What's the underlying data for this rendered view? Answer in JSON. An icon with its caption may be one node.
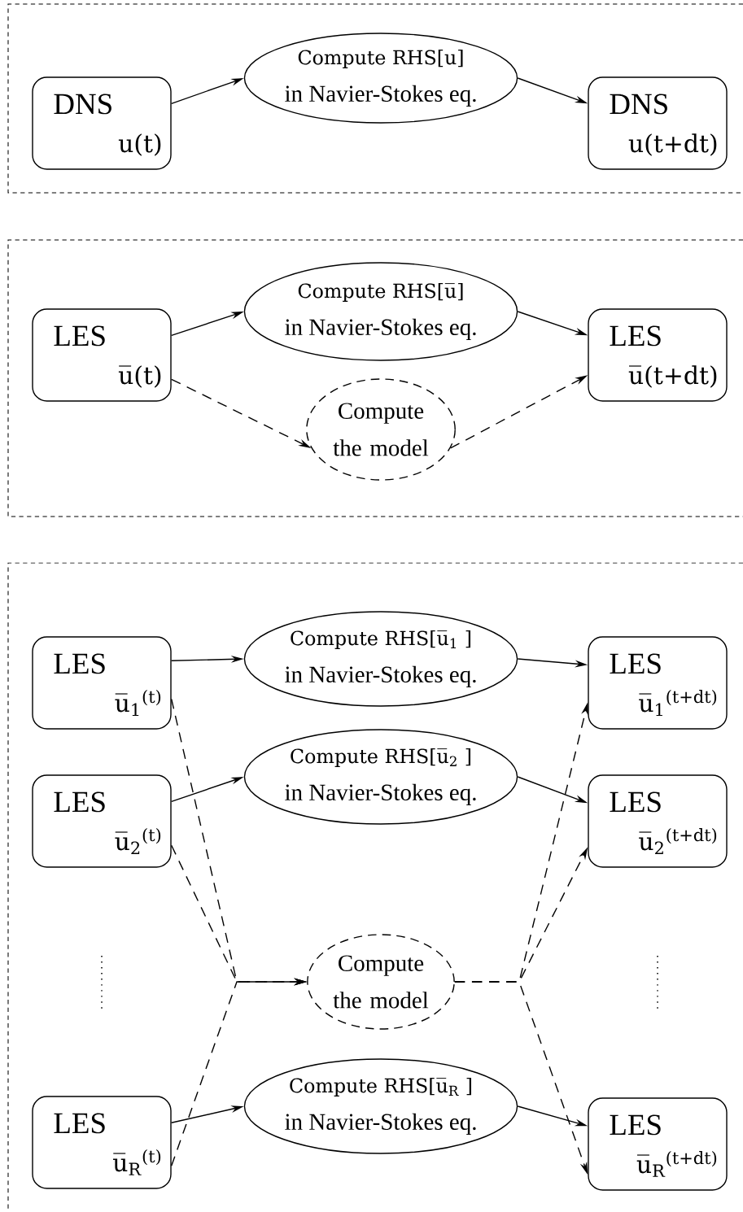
{
  "diagram": {
    "nodes": [
      {
        "text": [
          "DNS",
          "u(t)"
        ]
      },
      {
        "text": [
          "Compute RHS[u]",
          "in Navier-Stokes eq."
        ]
      },
      {
        "text": [
          "DNS",
          "u(t+dt)"
        ]
      },
      {
        "text": [
          "LES",
          "u̅(t)"
        ]
      },
      {
        "text": [
          "Compute RHS[u̅]",
          "in Navier-Stokes eq."
        ]
      },
      {
        "text": [
          "Compute the model"
        ]
      },
      {
        "text": [
          "LES",
          "u̅(t+dt)"
        ]
      },
      {
        "text": [
          "LES",
          "u̅$_{1}$$^{(t)}$"
        ]
      },
      {
        "text": [
          "Compute RHS[u̅$_{1}$ ]",
          "in Navier-Stokes eq."
        ]
      },
      {
        "text": [
          "LES",
          "u̅$_{1}$$^{(t+dt)}$"
        ]
      },
      {
        "text": [
          "LES",
          "u̅$_{2}$$^{(t)}$"
        ]
      },
      {
        "text": [
          "Compute RHS[u̅$_{2}$ ]",
          "in Navier-Stokes eq."
        ]
      },
      {
        "text": [
          "LES",
          "u̅$_{2}$$^{(t+dt)}$"
        ]
      },
      {
        "text": [
          "Compute the model"
        ]
      },
      {
        "text": [
          "LES",
          "u̅$_{R}$$^{(t)}$"
        ]
      },
      {
        "text": [
          "Compute RHS[u̅$_{R}$ ]",
          "in Navier-Stokes eq."
        ]
      },
      {
        "text": [
          "LES",
          "u̅$_{R}$$^{(t+dt)}$"
        ]
      }
    ],
    "edges": [
      {
        "from": 0,
        "to": 1,
        "arrow": "to"
      },
      {
        "from": 1,
        "to": 2,
        "arrow": "to"
      },
      {
        "from": 3,
        "to": 4,
        "arrow": "to"
      },
      {
        "from": 4,
        "to": 6,
        "arrow": "to"
      },
      {
        "from": 3,
        "to": 5,
        "arrow": "to",
        "style": "dashed"
      },
      {
        "from": 5,
        "to": 6,
        "arrow": "to",
        "style": "dashed"
      },
      {
        "from": 7,
        "to": 8,
        "arrow": "to"
      },
      {
        "from": 8,
        "to": 9,
        "arrow": "to"
      },
      {
        "from": 10,
        "to": 11,
        "arrow": "to"
      },
      {
        "from": 11,
        "to": 12,
        "arrow": "to"
      },
      {
        "from": 14,
        "to": 15,
        "arrow": "to"
      },
      {
        "from": 15,
        "to": 16,
        "arrow": "to"
      },
      {
        "from": 7,
        "to": 13,
        "arrow": "to",
        "style": "dashed"
      },
      {
        "from": 10,
        "to": 13,
        "arrow": "to",
        "style": "dashed"
      },
      {
        "from": 14,
        "to": 13,
        "arrow": "to",
        "style": "dashed"
      },
      {
        "from": 13,
        "to": 9,
        "arrow": "to",
        "style": "dashed"
      },
      {
        "from": 13,
        "to": 12,
        "arrow": "to",
        "style": "dashed"
      },
      {
        "from": 13,
        "to": 16,
        "arrow": "to",
        "style": "dashed"
      }
    ]
  }
}
